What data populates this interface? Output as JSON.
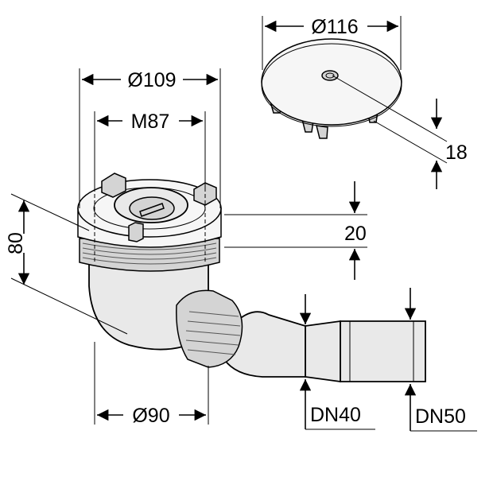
{
  "dimensions": {
    "cover_diameter": "Ø116",
    "flange_diameter": "Ø109",
    "thread_size": "M87",
    "cover_height": "18",
    "body_height": "80",
    "flange_offset": "20",
    "outlet_diameter": "Ø90",
    "outlet_small": "DN40",
    "outlet_large": "DN50"
  },
  "colors": {
    "line": "#000000",
    "part_fill": "#e9e9e9",
    "background": "#ffffff"
  }
}
